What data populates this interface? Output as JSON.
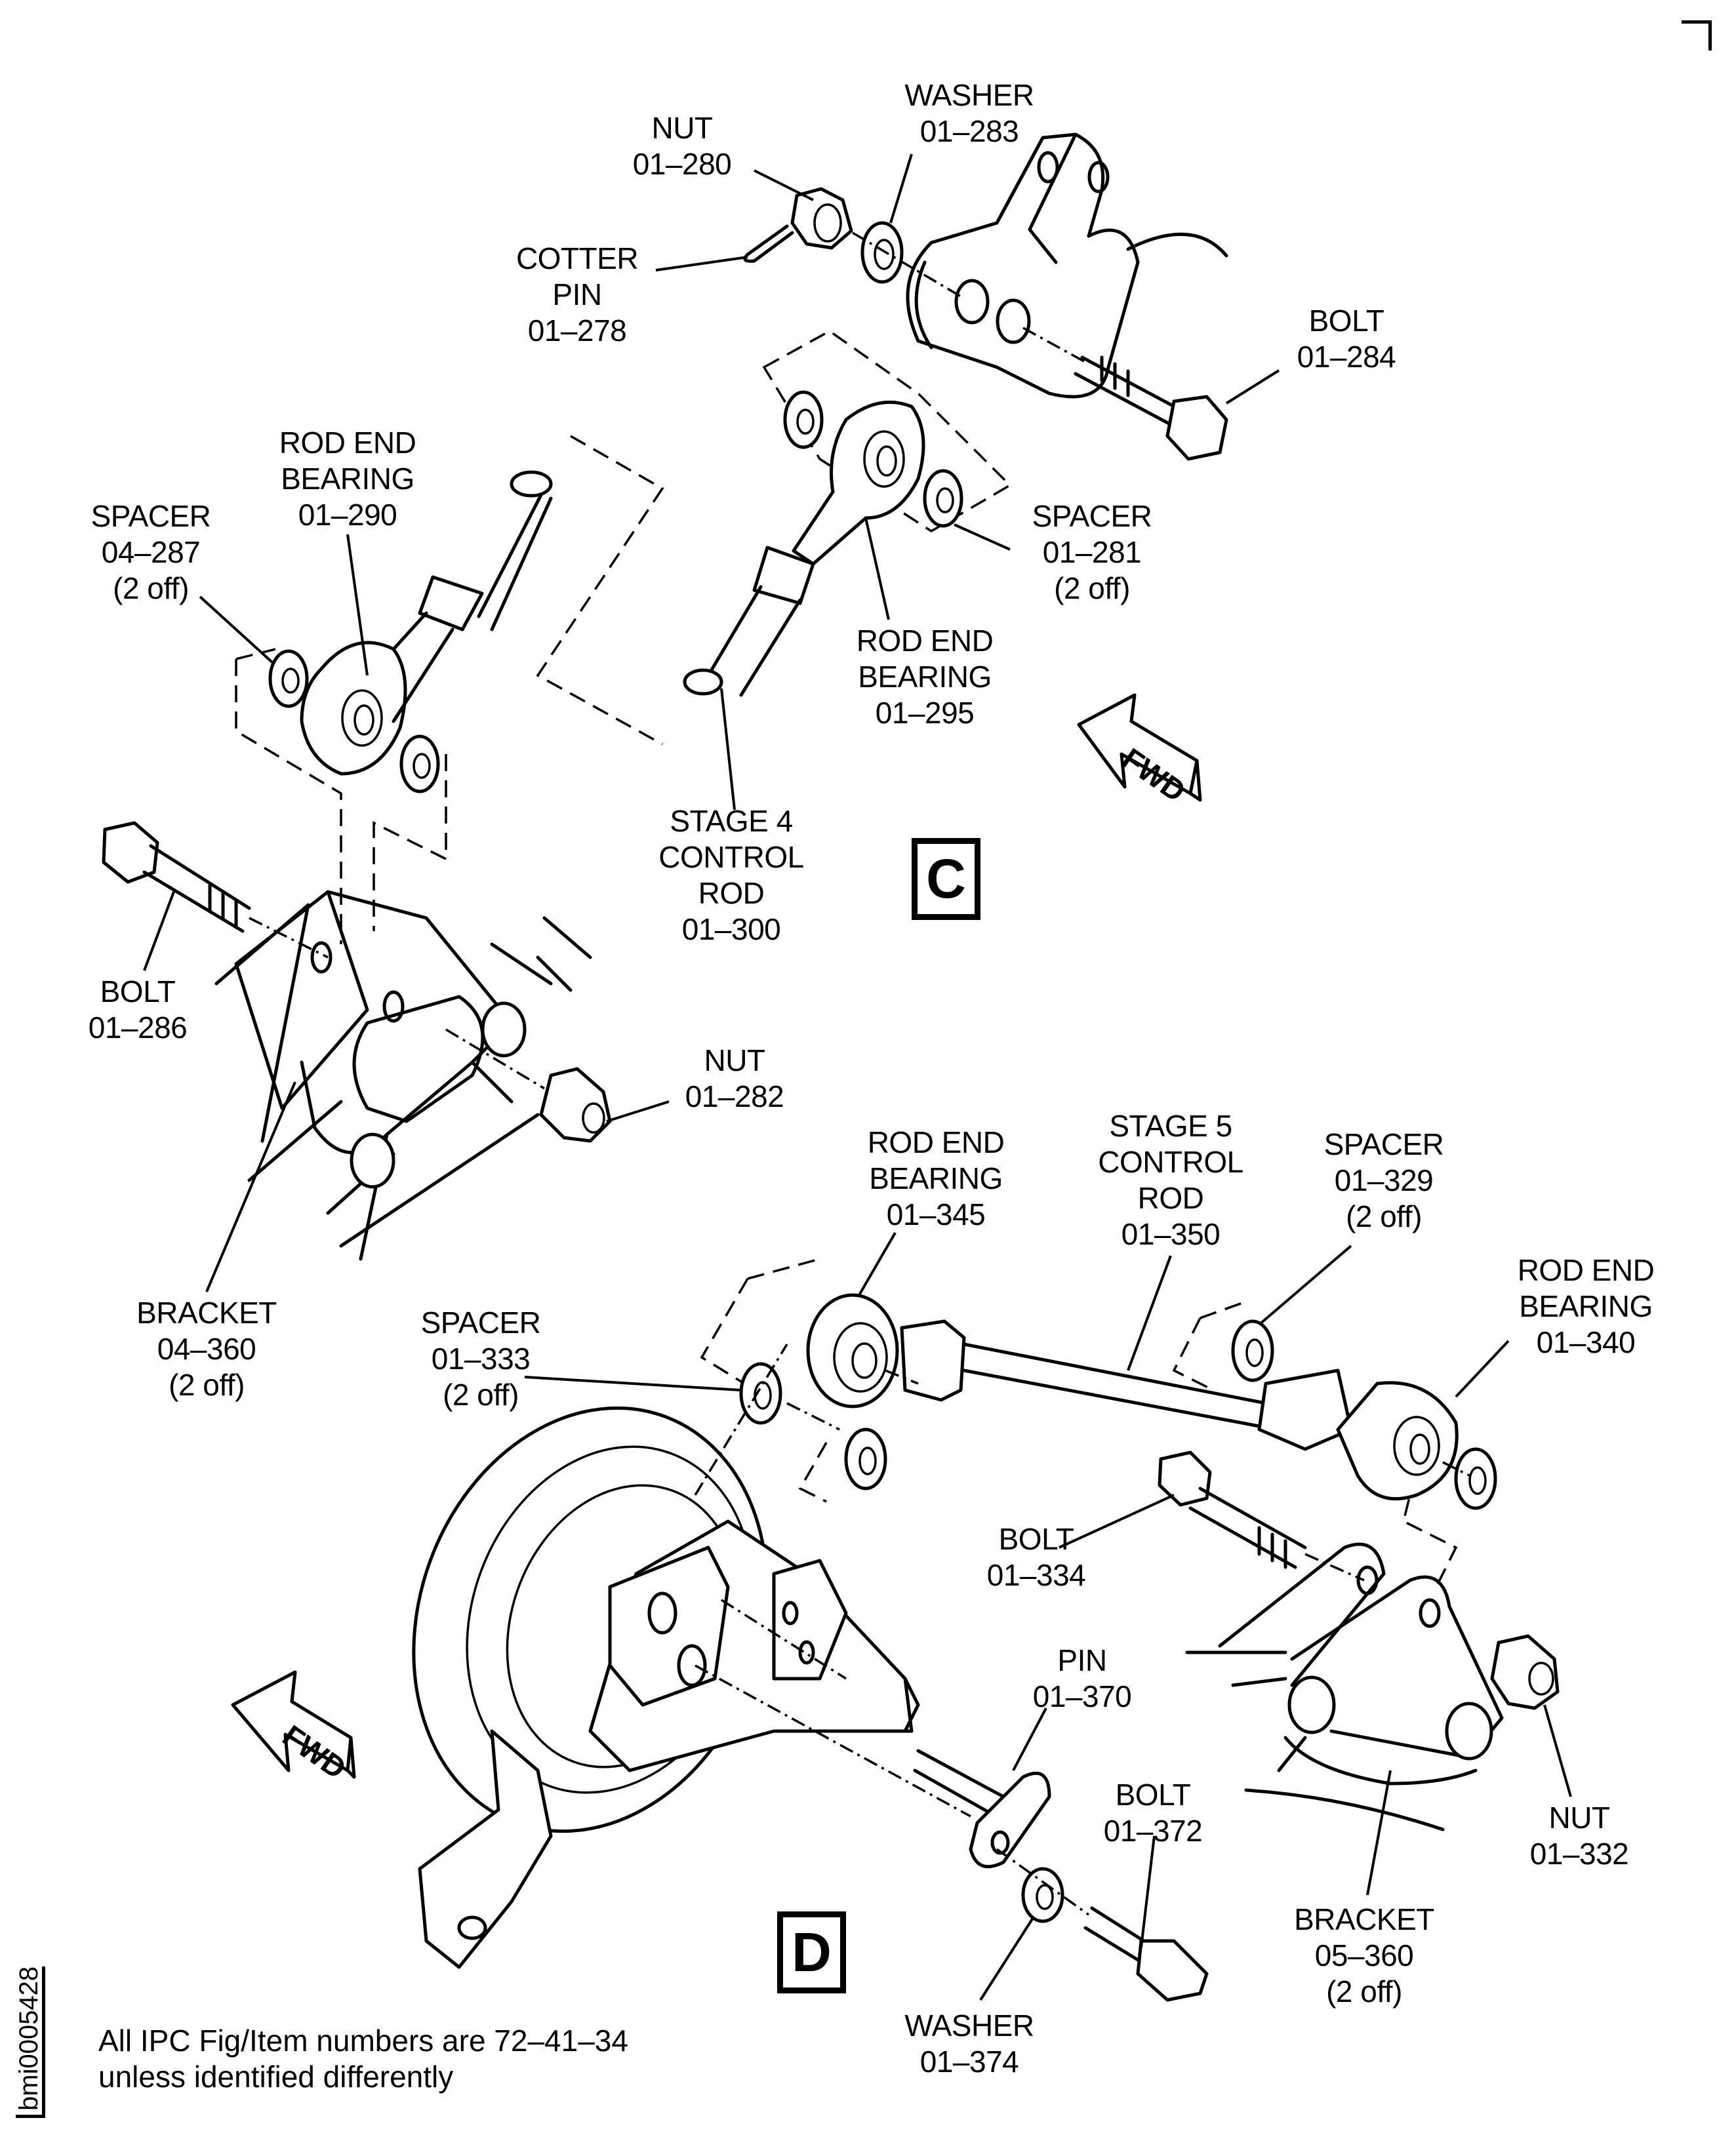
{
  "figure": {
    "reference_id": "bmi0005428",
    "note_lines": [
      "All IPC Fig/Item numbers are 72–41–34",
      "unless identified differently"
    ],
    "view_labels": {
      "c": "C",
      "d": "D"
    },
    "fwd_arrows": [
      {
        "view": "C",
        "text": "FWD",
        "icon": "direction-arrow"
      },
      {
        "view": "D",
        "text": "FWD",
        "icon": "direction-arrow"
      }
    ]
  },
  "view_c": {
    "callouts": [
      {
        "id": "nut-01-280",
        "lines": [
          "NUT",
          "01–280"
        ]
      },
      {
        "id": "washer-01-283",
        "lines": [
          "WASHER",
          "01–283"
        ]
      },
      {
        "id": "cotter-pin-01-278",
        "lines": [
          "COTTER",
          "PIN",
          "01–278"
        ]
      },
      {
        "id": "bolt-01-284",
        "lines": [
          "BOLT",
          "01–284"
        ]
      },
      {
        "id": "rod-end-bearing-01-290",
        "lines": [
          "ROD END",
          "BEARING",
          "01–290"
        ]
      },
      {
        "id": "spacer-04-287",
        "lines": [
          "SPACER",
          "04–287",
          "(2 off)"
        ]
      },
      {
        "id": "spacer-01-281",
        "lines": [
          "SPACER",
          "01–281",
          "(2 off)"
        ]
      },
      {
        "id": "rod-end-bearing-01-295",
        "lines": [
          "ROD END",
          "BEARING",
          "01–295"
        ]
      },
      {
        "id": "stage-4-control-rod-01-300",
        "lines": [
          "STAGE 4",
          "CONTROL",
          "ROD",
          "01–300"
        ]
      },
      {
        "id": "bolt-01-286",
        "lines": [
          "BOLT",
          "01–286"
        ]
      },
      {
        "id": "nut-01-282",
        "lines": [
          "NUT",
          "01–282"
        ]
      },
      {
        "id": "bracket-04-360",
        "lines": [
          "BRACKET",
          "04–360",
          "(2 off)"
        ]
      }
    ]
  },
  "view_d": {
    "callouts": [
      {
        "id": "rod-end-bearing-01-345",
        "lines": [
          "ROD END",
          "BEARING",
          "01–345"
        ]
      },
      {
        "id": "stage-5-control-rod-01-350",
        "lines": [
          "STAGE 5",
          "CONTROL",
          "ROD",
          "01–350"
        ]
      },
      {
        "id": "spacer-01-329",
        "lines": [
          "SPACER",
          "01–329",
          "(2 off)"
        ]
      },
      {
        "id": "rod-end-bearing-01-340",
        "lines": [
          "ROD END",
          "BEARING",
          "01–340"
        ]
      },
      {
        "id": "spacer-01-333",
        "lines": [
          "SPACER",
          "01–333",
          "(2 off)"
        ]
      },
      {
        "id": "bolt-01-334",
        "lines": [
          "BOLT",
          "01–334"
        ]
      },
      {
        "id": "pin-01-370",
        "lines": [
          "PIN",
          "01–370"
        ]
      },
      {
        "id": "bolt-01-372",
        "lines": [
          "BOLT",
          "01–372"
        ]
      },
      {
        "id": "nut-01-332",
        "lines": [
          "NUT",
          "01–332"
        ]
      },
      {
        "id": "bracket-05-360",
        "lines": [
          "BRACKET",
          "05–360",
          "(2 off)"
        ]
      },
      {
        "id": "washer-01-374",
        "lines": [
          "WASHER",
          "01–374"
        ]
      }
    ]
  }
}
